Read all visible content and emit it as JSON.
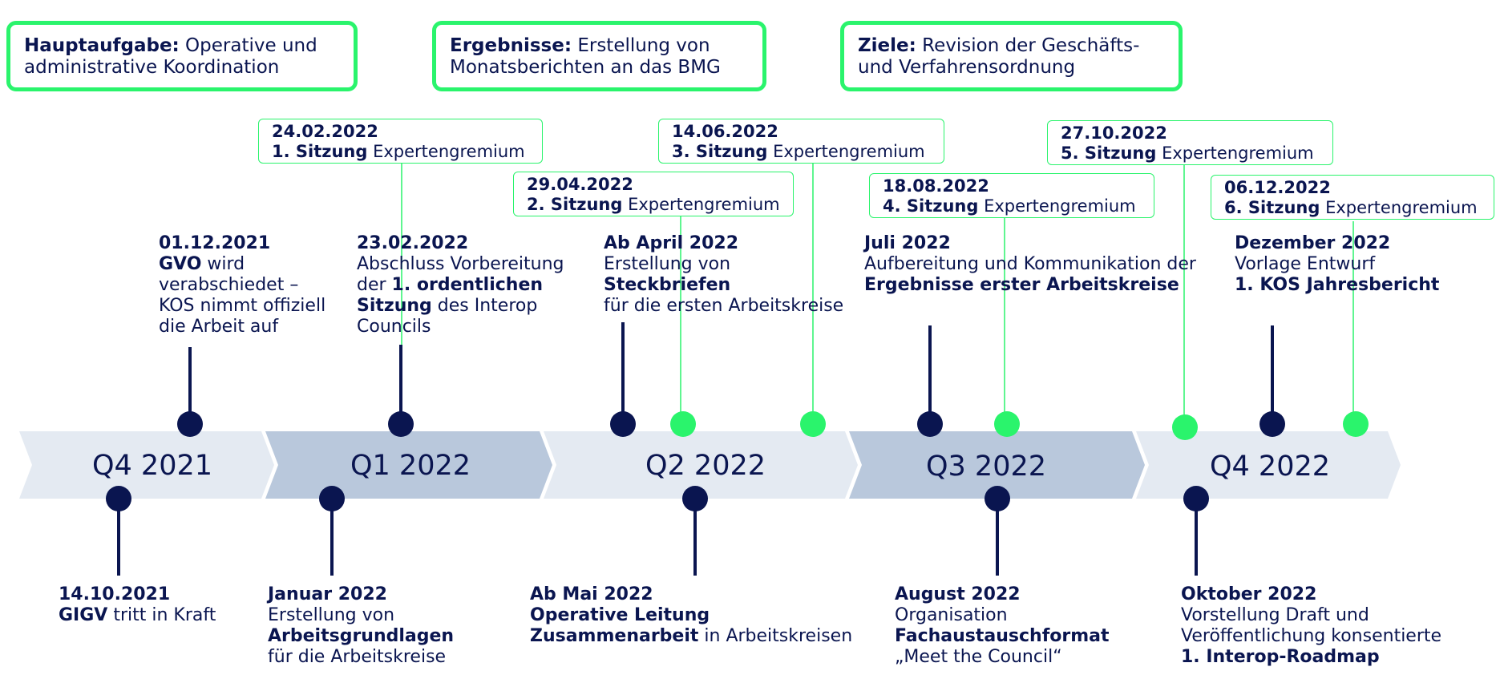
{
  "colors": {
    "navy": "#0a1550",
    "green": "#2af46c",
    "arrow_light": "#e4eaf2",
    "arrow_dark": "#b9c8dc"
  },
  "top_boxes": [
    {
      "bold": "Hauptaufgabe:",
      "text1": " Operative und",
      "text2": "administrative Koordination"
    },
    {
      "bold": "Ergebnisse:",
      "text1": " Erstellung von",
      "text2": "Monatsberichten an das BMG"
    },
    {
      "bold": "Ziele:",
      "text1": " Revision der Geschäfts-",
      "text2": "und Verfahrensordnung"
    }
  ],
  "quarters": [
    "Q4 2021",
    "Q1 2022",
    "Q2 2022",
    "Q3 2022",
    "Q4 2022"
  ],
  "sessions": [
    {
      "date": "24.02.2022",
      "bold": "1. Sitzung",
      "text": " Expertengremium"
    },
    {
      "date": "29.04.2022",
      "bold": "2. Sitzung",
      "text": " Expertengremium"
    },
    {
      "date": "14.06.2022",
      "bold": "3. Sitzung",
      "text": " Expertengremium"
    },
    {
      "date": "18.08.2022",
      "bold": "4. Sitzung",
      "text": " Expertengremium"
    },
    {
      "date": "27.10.2022",
      "bold": "5. Sitzung",
      "text": " Expertengremium"
    },
    {
      "date": "06.12.2022",
      "bold": "6. Sitzung",
      "text": " Expertengremium"
    }
  ],
  "events_above": {
    "e1": {
      "date": "01.12.2021",
      "l1b": "GVO",
      "l1": " wird",
      "l2": "verabschiedet –",
      "l3": "KOS nimmt offiziell",
      "l4": "die Arbeit auf"
    },
    "e2": {
      "date": "23.02.2022",
      "l1": "Abschluss Vorbereitung",
      "l2a": "der ",
      "l2b": "1. ordentlichen",
      "l3b": "Sitzung",
      "l3": " des Interop",
      "l4": "Councils"
    },
    "e3": {
      "date": "Ab April 2022",
      "l1": "Erstellung von",
      "l2b": "Steckbriefen",
      "l3": "für die ersten Arbeitskreise"
    },
    "e4": {
      "date": "Juli 2022",
      "l1": "Aufbereitung und Kommunikation der",
      "l2b": "Ergebnisse erster Arbeitskreise"
    },
    "e5": {
      "date": "Dezember 2022",
      "l1": "Vorlage Entwurf",
      "l2b": "1. KOS Jahresbericht"
    }
  },
  "events_below": {
    "e1": {
      "date": "14.10.2021",
      "l1b": "GIGV",
      "l1": " tritt in Kraft"
    },
    "e2": {
      "date": "Januar 2022",
      "l1": "Erstellung von",
      "l2b": "Arbeitsgrundlagen",
      "l3": "für die Arbeitskreise"
    },
    "e3": {
      "date": "Ab Mai 2022",
      "l1b": "Operative Leitung",
      "l2b": "Zusammenarbeit",
      "l2": " in  Arbeitskreisen"
    },
    "e4": {
      "date": "August 2022",
      "l1": "Organisation",
      "l2b": "Fachaustauschformat",
      "l3": "„Meet the Council“"
    },
    "e5": {
      "date": "Oktober 2022",
      "l1": "Vorstellung Draft und",
      "l2": "Veröffentlichung konsentierte",
      "l3b": "1. Interop-Roadmap"
    }
  }
}
